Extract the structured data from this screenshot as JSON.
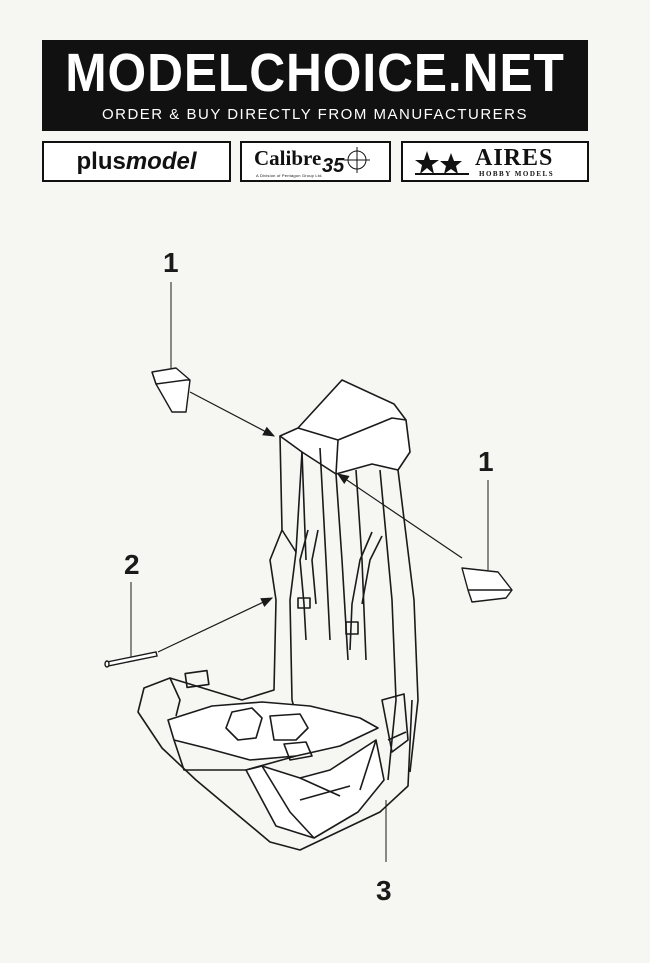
{
  "banner": {
    "title": "MODELCHOICE.NET",
    "subtitle": "ORDER & BUY DIRECTLY FROM MANUFACTURERS"
  },
  "logos": {
    "plusmodel": {
      "part1": "plus",
      "part2": "model"
    },
    "calibre": {
      "name": "Calibre",
      "number": "35",
      "tagline": "A Division of Pentagon Group Ltd."
    },
    "aires": {
      "name": "AIRES",
      "sub": "HOBBY MODELS"
    }
  },
  "diagram": {
    "callouts": [
      "1",
      "1",
      "2",
      "3"
    ]
  },
  "colors": {
    "ink": "#1a1a1a",
    "paper": "#f6f6f3",
    "banner": "#111111"
  }
}
